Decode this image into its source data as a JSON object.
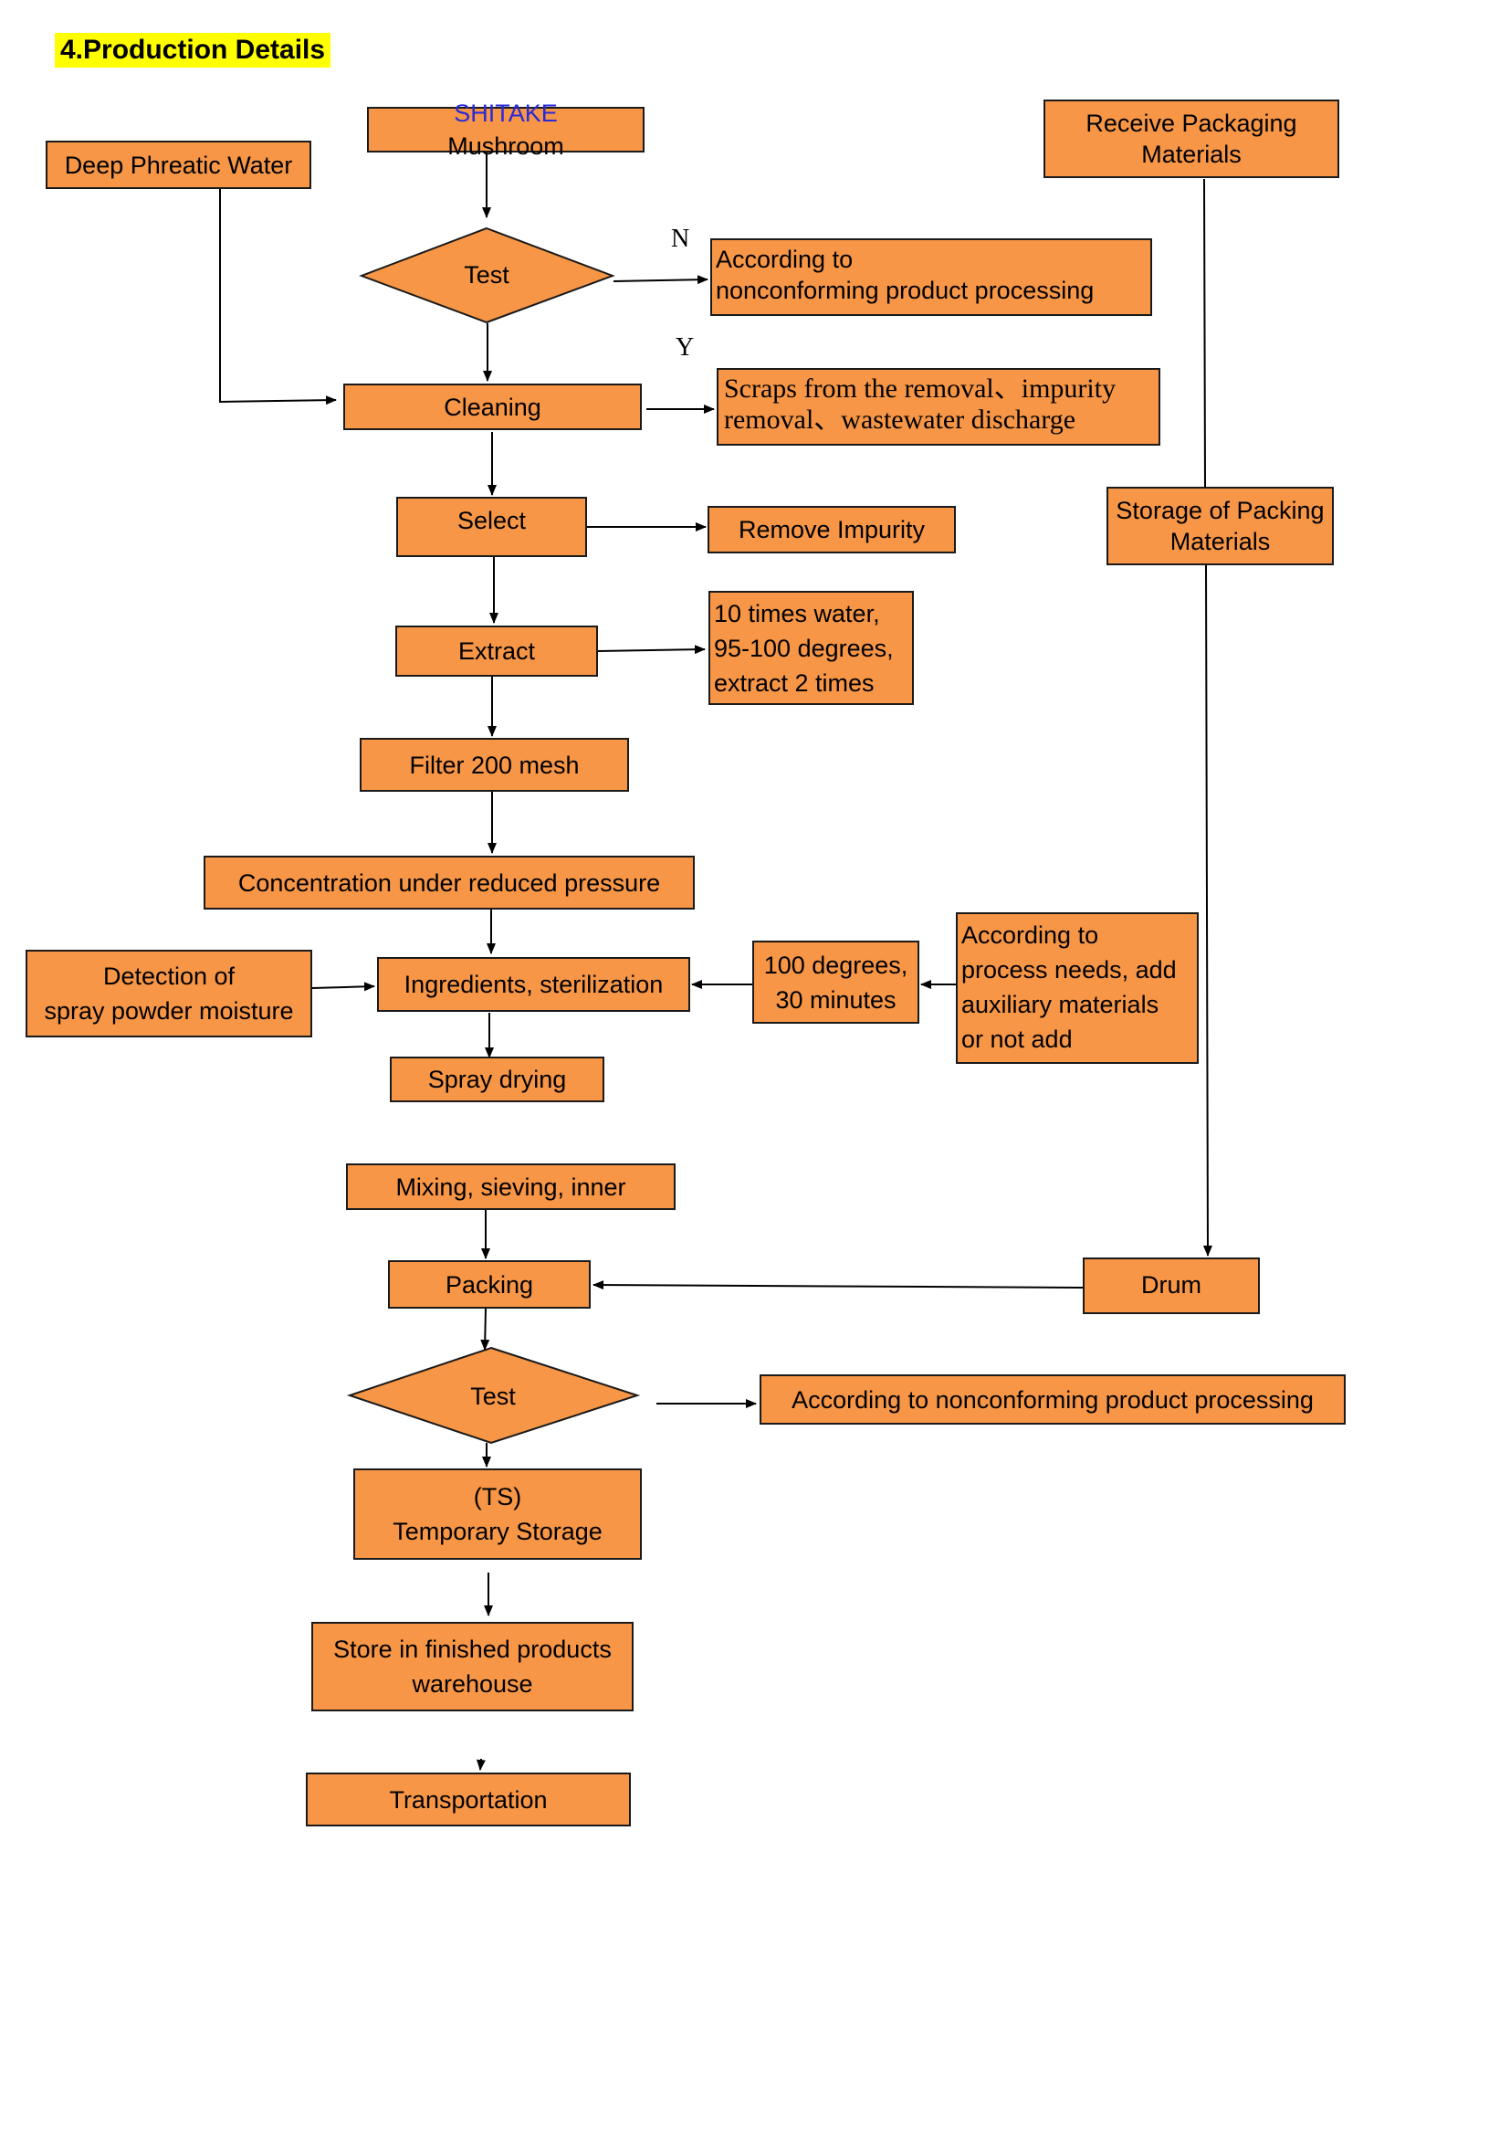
{
  "title": "4.Production Details",
  "nodes": {
    "shitake_prefix": "SHITAKE",
    "shitake_suffix": " Mushroom",
    "deep_water": "Deep Phreatic Water",
    "receive_packaging_1": "Receive Packaging",
    "receive_packaging_2": "Materials",
    "test1": "Test",
    "nonconf1_1": "According to",
    "nonconf1_2": "nonconforming product processing",
    "cleaning": "Cleaning",
    "scraps_1": "Scraps from the removal、impurity",
    "scraps_2": "removal、wastewater discharge",
    "storage_packing_1": "Storage of Packing",
    "storage_packing_2": "Materials",
    "select": "Select",
    "remove_impurity": "Remove Impurity",
    "extract": "Extract",
    "extract_note_1": "10 times water,",
    "extract_note_2": "95-100 degrees,",
    "extract_note_3": "extract 2 times",
    "filter": "Filter 200 mesh",
    "concentration": "Concentration under reduced pressure",
    "detection_1": "Detection of",
    "detection_2": "spray powder moisture",
    "ingredients": "Ingredients, sterilization",
    "temp_note_1": "100 degrees,",
    "temp_note_2": "30 minutes",
    "aux_1": "According to",
    "aux_2": "process needs, add",
    "aux_3": "auxiliary materials",
    "aux_4": "or not add",
    "spray_drying": "Spray drying",
    "mixing": "Mixing, sieving, inner",
    "packing": "Packing",
    "drum": "Drum",
    "test2": "Test",
    "nonconf2": "According to nonconforming product processing",
    "ts_1": "(TS)",
    "ts_2": "Temporary Storage",
    "store_1": "Store in finished products",
    "store_2": "warehouse",
    "transportation": "Transportation"
  },
  "labels": {
    "no": "N",
    "yes": "Y"
  },
  "colors": {
    "box_fill": "#f79646",
    "highlight": "#ffff00",
    "accent_text": "#2a2ad8"
  }
}
